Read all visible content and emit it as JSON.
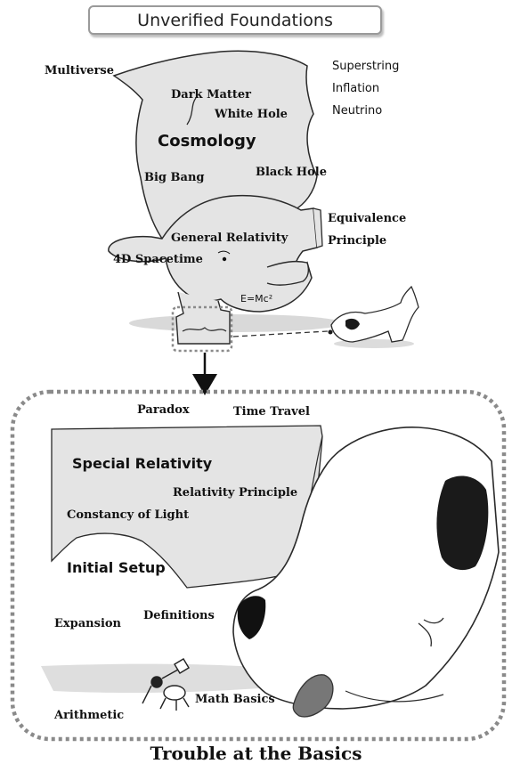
{
  "title": "Unverified Foundations",
  "caption": "Trouble at the Basics",
  "elephant_labels": {
    "multiverse": "Multiverse",
    "superstring": "Superstring",
    "inflation": "Inflation",
    "neutrino": "Neutrino",
    "dark_matter": "Dark Matter",
    "white_hole": "White Hole",
    "cosmology": "Cosmology",
    "big_bang": "Big Bang",
    "black_hole": "Black Hole",
    "equivalence": "Equivalence",
    "principle": "Principle",
    "general_relativity": "General Relativity",
    "spacetime_4d": "4D Spacetime",
    "formula": "E=Mc²"
  },
  "closeup_labels": {
    "paradox": "Paradox",
    "time_travel": "Time Travel",
    "special_relativity": "Special Relativity",
    "relativity_principle": "Relativity Principle",
    "constancy_of_light": "Constancy of Light",
    "initial_setup": "Initial Setup",
    "expansion": "Expansion",
    "definitions": "Definitions",
    "arithmetic": "Arithmetic",
    "math_basics": "Math Basics"
  },
  "colors": {
    "elephant_fill": "#e4e4e4",
    "outline": "#2a2a2a",
    "dashed_border": "#8a8a8a",
    "dog_ear": "#1a1a1a",
    "nose": "#777777"
  }
}
